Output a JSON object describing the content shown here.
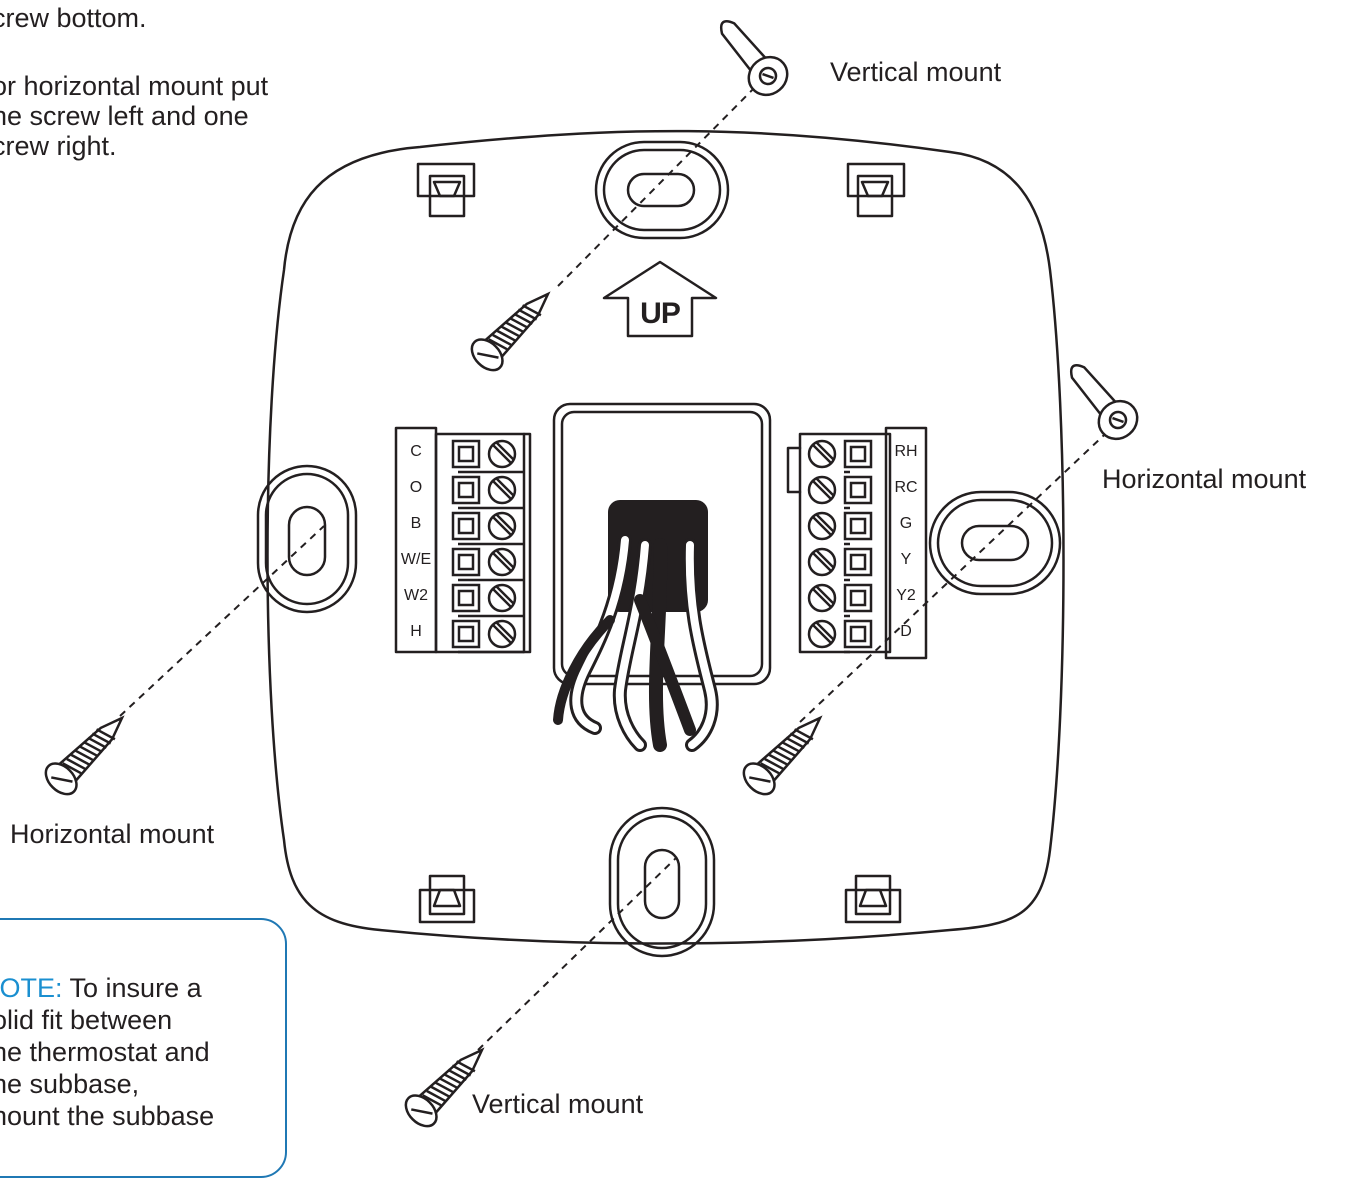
{
  "instructions": {
    "vertical_line2": "crew bottom.",
    "horizontal_lines": [
      "or horizontal mount put",
      "ne screw left and one",
      "crew right."
    ]
  },
  "labels": {
    "vertical_mount_top": "Vertical mount",
    "horizontal_mount_right": "Horizontal mount",
    "horizontal_mount_left": "Horizontal mount",
    "vertical_mount_bottom": "Vertical mount",
    "up_arrow": "UP"
  },
  "terminals": {
    "left": [
      "C",
      "O",
      "B",
      "W/E",
      "W2",
      "H"
    ],
    "right": [
      "RH",
      "RC",
      "G",
      "Y",
      "Y2",
      "D"
    ]
  },
  "note": {
    "keyword": "IOTE:",
    "first_line_rest": " To insure a",
    "lines": [
      "olid fit between",
      "he thermostat and",
      "he subbase,",
      "nount the subbase"
    ]
  },
  "colors": {
    "line": "#231f20",
    "note_border": "#1f78b4",
    "note_keyword": "#1a8fd0"
  }
}
